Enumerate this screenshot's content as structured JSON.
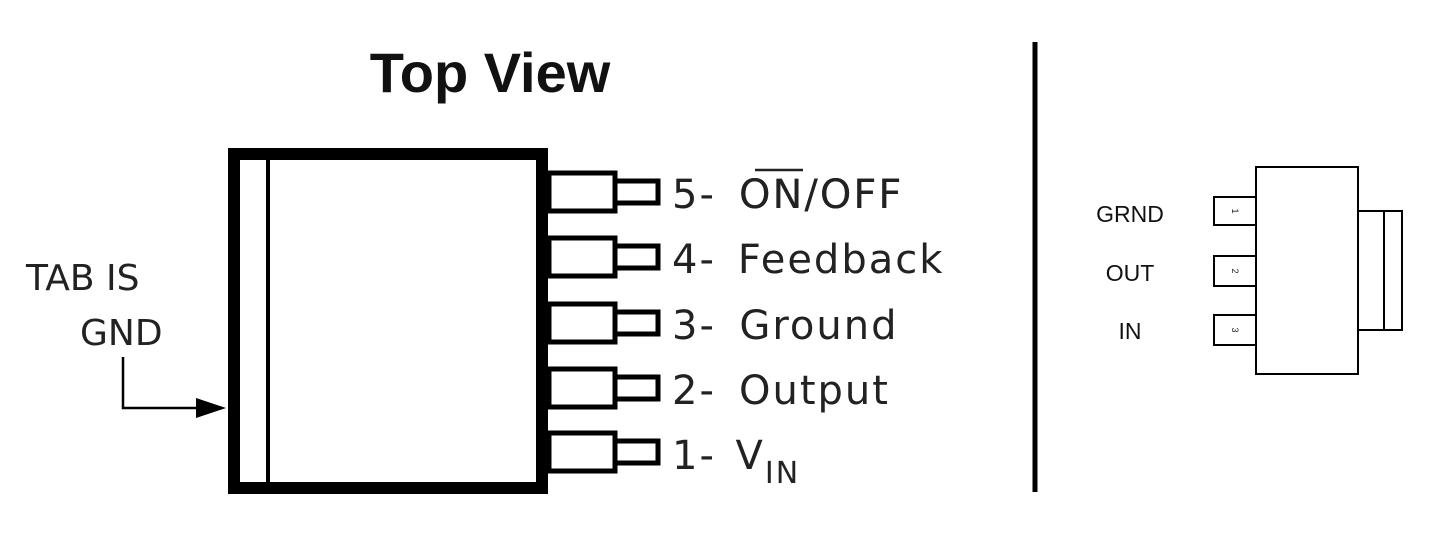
{
  "left_diagram": {
    "title": "Top View",
    "tab_note_line1": "TAB IS",
    "tab_note_line2": "GND",
    "pins": [
      {
        "num": "5-",
        "name": "ON/OFF",
        "overline": "ON",
        "rest": "/OFF"
      },
      {
        "num": "4-",
        "name": "Feedback"
      },
      {
        "num": "3-",
        "name": "Ground"
      },
      {
        "num": "2-",
        "name": "Output"
      },
      {
        "num": "1-",
        "name": "V",
        "subscript": "IN"
      }
    ]
  },
  "right_diagram": {
    "pins": [
      {
        "label": "GRND",
        "num": "1"
      },
      {
        "label": "OUT",
        "num": "2"
      },
      {
        "label": "IN",
        "num": "3"
      }
    ]
  }
}
